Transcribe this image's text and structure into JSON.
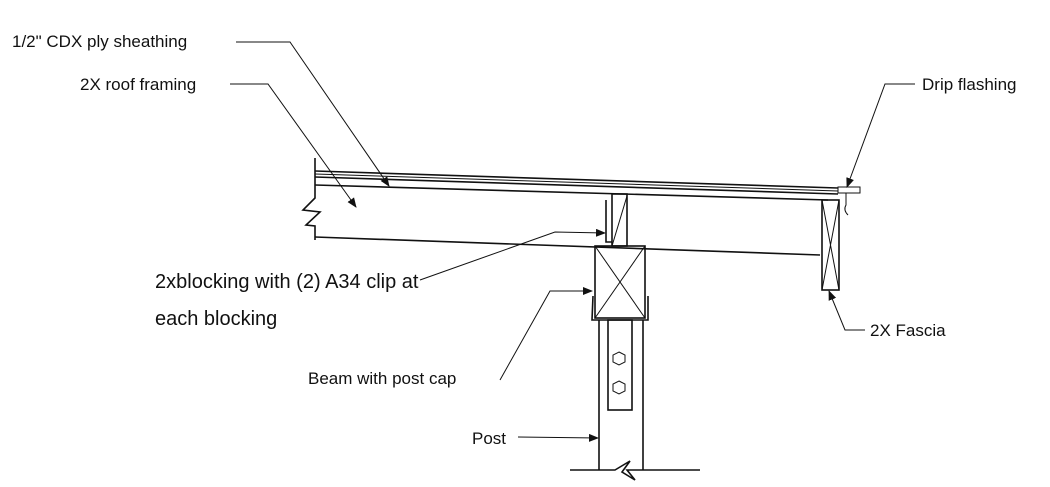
{
  "labels": {
    "sheathing": "1/2\" CDX ply sheathing",
    "roof_framing": "2X roof framing",
    "drip_flashing": "Drip flashing",
    "blocking_line1": "2xblocking with (2) A34 clip at",
    "blocking_line2": "each blocking",
    "beam": "Beam with post cap",
    "fascia": "2X Fascia",
    "post": "Post"
  }
}
